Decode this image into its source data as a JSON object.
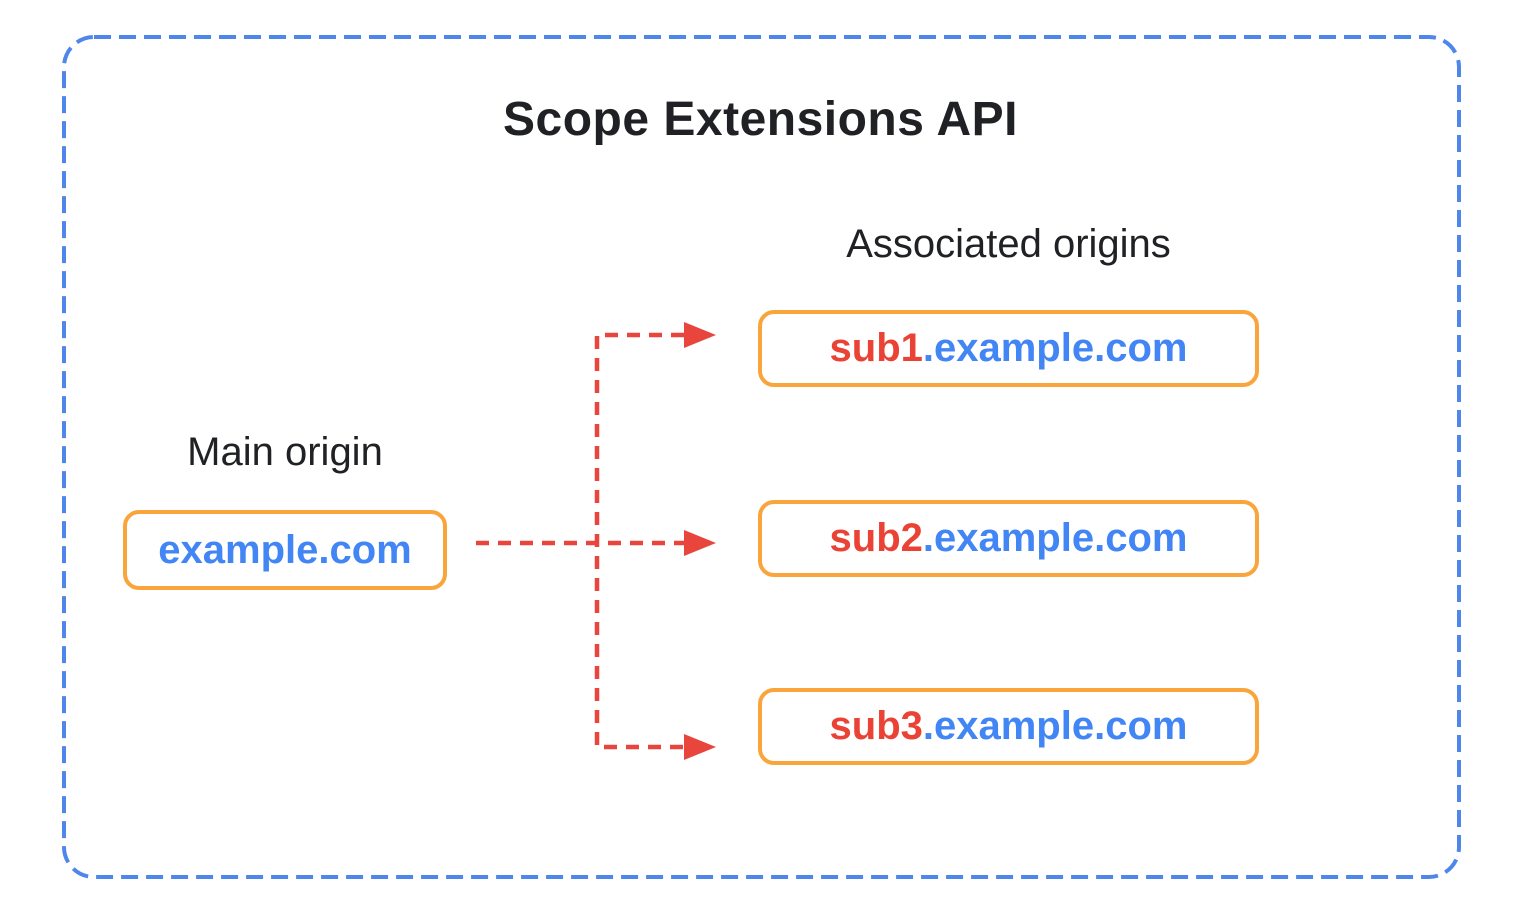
{
  "title": "Scope Extensions API",
  "main_origin": {
    "label": "Main origin",
    "domain": "example.com"
  },
  "associated_origins": {
    "label": "Associated origins",
    "items": [
      {
        "sub": "sub1",
        "rest": ".example.com"
      },
      {
        "sub": "sub2",
        "rest": ".example.com"
      },
      {
        "sub": "sub3",
        "rest": ".example.com"
      }
    ]
  },
  "colors": {
    "outer_border_blue": "#4E86EC",
    "box_border_orange": "#FAA53C",
    "arrow_red": "#E8463C",
    "domain_blue": "#4285F4",
    "sub_red": "#EA4335",
    "text_black": "#202124",
    "canvas_bg": "#FFFFFF"
  }
}
